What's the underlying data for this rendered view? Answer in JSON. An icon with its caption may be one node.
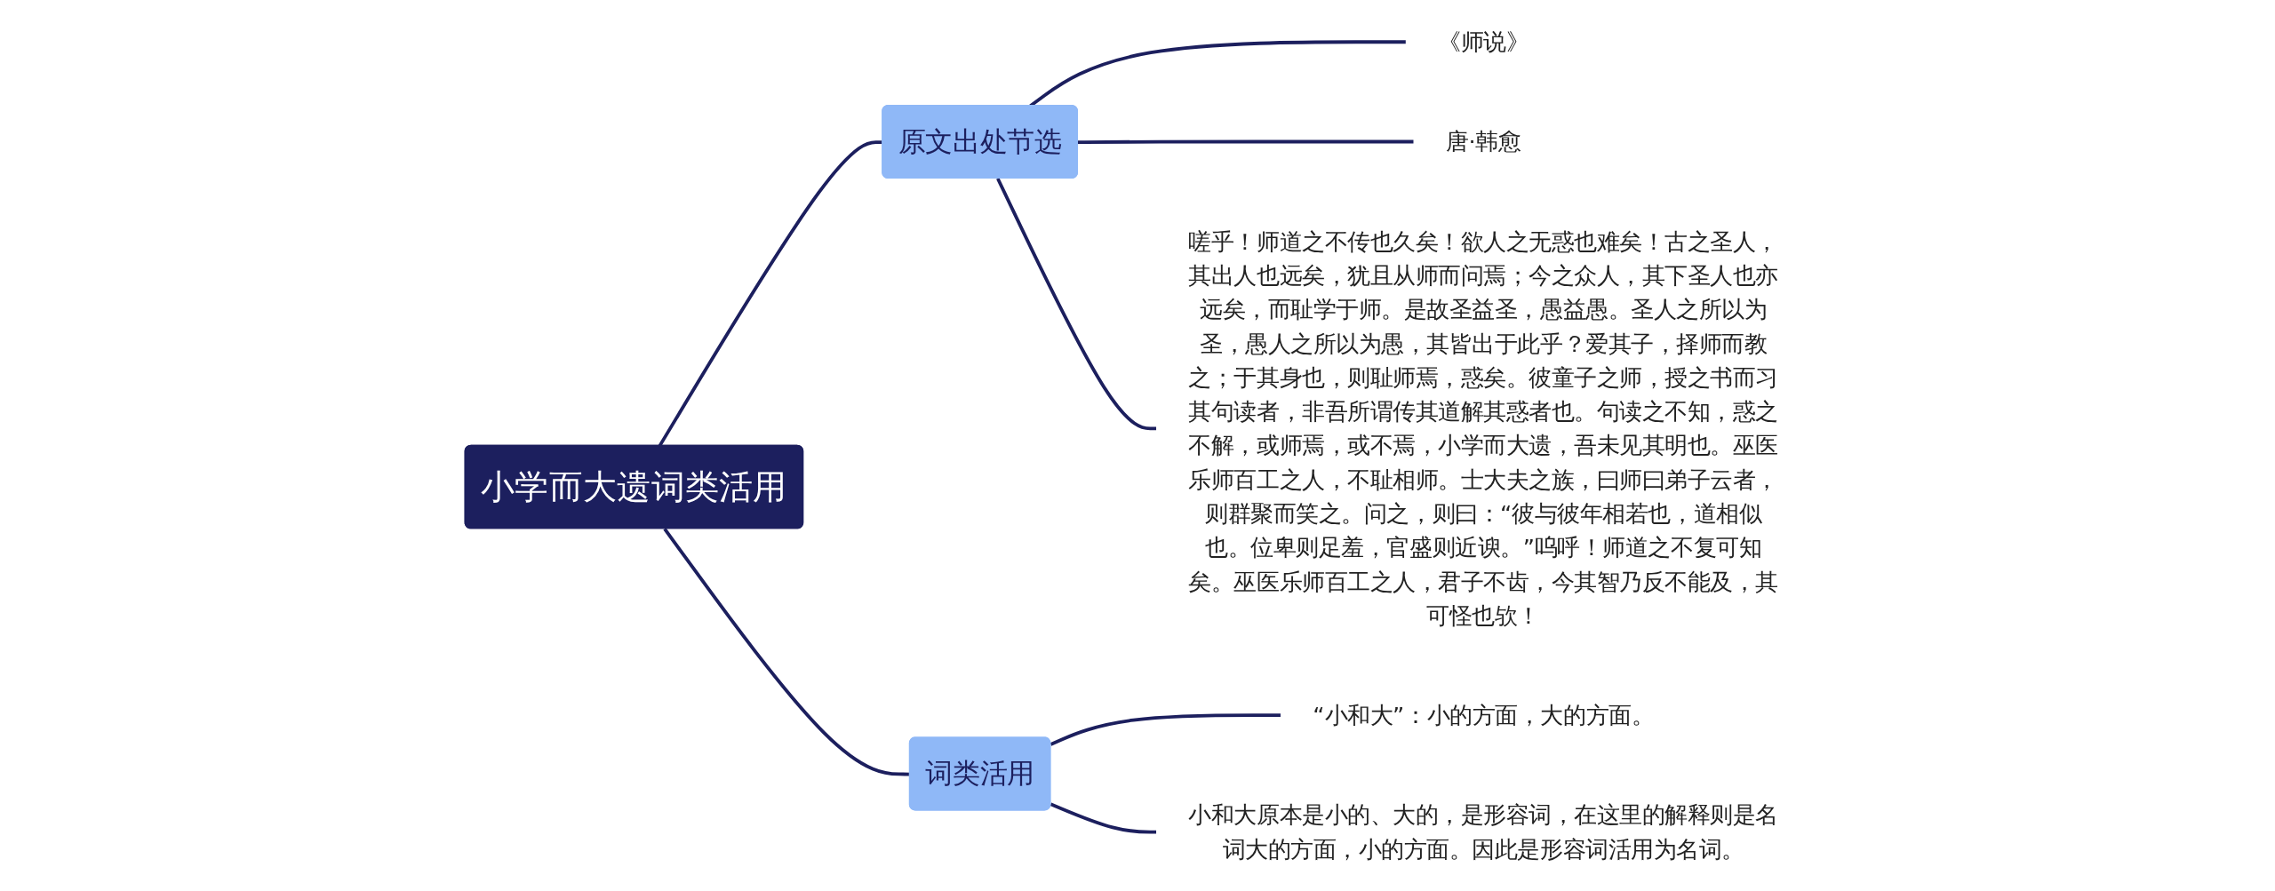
{
  "diagram": {
    "nodes": [
      {
        "text": [
          "小学而大遗词类活用"
        ]
      },
      {
        "text": [
          "原文出处节选"
        ]
      },
      {
        "text": [
          "《师说》"
        ]
      },
      {
        "text": [
          "唐·韩愈"
        ]
      },
      {
        "text": [
          "嗟乎！师道之不传也久矣！欲人之无惑也难矣！古之圣人，其出人也远矣，犹且从师而问焉；今之众人，其下圣人也亦远矣，而耻学于师。是故圣益圣，愚益愚。圣人之所以为圣，愚人之所以为愚，其皆出于此乎？爱其子，择师而教之；于其身也，则耻师焉，惑矣。彼童子之师，授之书而习其句读者，非吾所谓传其道解其惑者也。句读之不知，惑之不解，或师焉，或不焉，小学而大遗，吾未见其明也。巫医乐师百工之人，不耻相师。士大夫之族，曰师曰弟子云者，则群聚而笑之。问之，则曰：“彼与彼年相若也，道相似也。位卑则足羞，官盛则近谀。”呜呼！师道之不复可知矣。巫医乐师百工之人，君子不齿，今其智乃反不能及，其可怪也欤！"
        ]
      },
      {
        "text": [
          "词类活用"
        ]
      },
      {
        "text": [
          "“小和大”：小的方面，大的方面。"
        ]
      },
      {
        "text": [
          "小和大原本是小的、大的，是形容词，在这里的解释则是名词大的方面，小的方面。因此是形容词活用为名词。"
        ]
      }
    ],
    "edges": [
      {
        "from": 0,
        "to": 1,
        "arrow": "none"
      },
      {
        "from": 1,
        "to": 2,
        "arrow": "none"
      },
      {
        "from": 1,
        "to": 3,
        "arrow": "none"
      },
      {
        "from": 1,
        "to": 4,
        "arrow": "none"
      },
      {
        "from": 0,
        "to": 5,
        "arrow": "none"
      },
      {
        "from": 5,
        "to": 6,
        "arrow": "none"
      },
      {
        "from": 5,
        "to": 7,
        "arrow": "none"
      }
    ]
  }
}
